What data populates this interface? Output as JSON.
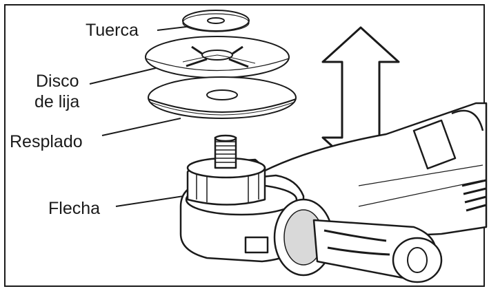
{
  "labels": {
    "nut": "Tuerca",
    "disc_line1": "Disco",
    "disc_line2": "de lija",
    "backing_pad": "Resplado",
    "spindle": "Flecha"
  },
  "colors": {
    "ink": "#1a1a1a",
    "paper": "#ffffff",
    "shade": "#d9d9d9"
  },
  "icons": {
    "arrow": "double-headed-vertical-arrow",
    "tool": "angle-grinder"
  }
}
